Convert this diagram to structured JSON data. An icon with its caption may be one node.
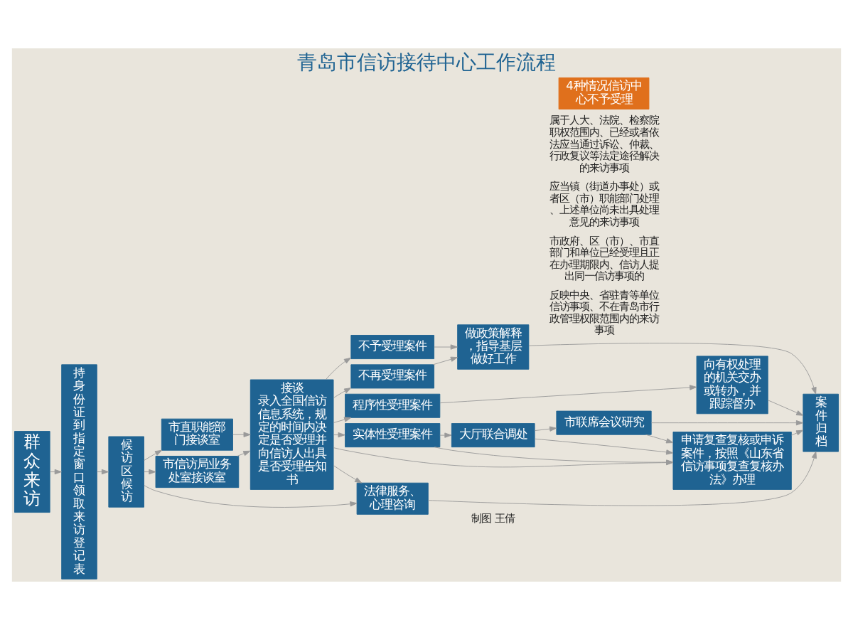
{
  "diagram": {
    "title": "青岛市信访接待中心工作流程",
    "nodes": [
      {
        "text": [
          "群众来访"
        ]
      },
      {
        "text": [
          "持身份证到指定窗口领取来访登记表"
        ]
      },
      {
        "text": [
          "候访区候访"
        ]
      },
      {
        "text": [
          "市直职能部门接谈室"
        ]
      },
      {
        "text": [
          "市信访局业务处室接谈室"
        ]
      },
      {
        "text": [
          "接谈",
          "录入全国信访信息系统，规定的时间内决定是否受理并向信访人出具是否受理告知书"
        ]
      },
      {
        "text": [
          "不予受理案件"
        ]
      },
      {
        "text": [
          "不再受理案件"
        ]
      },
      {
        "text": [
          "做政策解释，指导基层做好工作"
        ]
      },
      {
        "text": [
          "程序性受理案件"
        ]
      },
      {
        "text": [
          "向有权处理的机关交办或转办，并跟踪督办"
        ]
      },
      {
        "text": [
          "4种情况信访中心不予受理"
        ]
      },
      {
        "text": [
          "实体性受理案件"
        ]
      },
      {
        "text": [
          "大厅联合调处"
        ]
      },
      {
        "text": [
          "市联席会议研究"
        ]
      },
      {
        "text": [
          "申请复查复核或申诉案件，按照《山东省信访事项复查复核办法》办理"
        ]
      },
      {
        "text": [
          "法律服务、心理咨询"
        ]
      },
      {
        "text": [
          "案件归档"
        ]
      }
    ],
    "edges": [
      {
        "from": 0,
        "to": 1,
        "arrow": "to"
      },
      {
        "from": 1,
        "to": 2,
        "arrow": "to"
      },
      {
        "from": 2,
        "to": 3,
        "arrow": "to"
      },
      {
        "from": 2,
        "to": 4,
        "arrow": "to"
      },
      {
        "from": 2,
        "to": 16,
        "arrow": "to"
      },
      {
        "from": 3,
        "to": 5,
        "arrow": "to"
      },
      {
        "from": 4,
        "to": 5,
        "arrow": "to"
      },
      {
        "from": 5,
        "to": 16,
        "arrow": "to"
      },
      {
        "from": 5,
        "to": 6,
        "arrow": "to"
      },
      {
        "from": 5,
        "to": 7,
        "arrow": "to"
      },
      {
        "from": 5,
        "to": 9,
        "arrow": "to"
      },
      {
        "from": 5,
        "to": 12,
        "arrow": "to"
      },
      {
        "from": 5,
        "to": 15,
        "arrow": "to"
      },
      {
        "from": 6,
        "to": 8,
        "arrow": "to"
      },
      {
        "from": 7,
        "to": 8,
        "arrow": "to"
      },
      {
        "from": 9,
        "to": 10,
        "arrow": "to"
      },
      {
        "from": 8,
        "to": 17,
        "arrow": "to"
      },
      {
        "from": 10,
        "to": 17,
        "arrow": "to"
      },
      {
        "from": 12,
        "to": 13,
        "arrow": "to"
      },
      {
        "from": 13,
        "to": 14,
        "arrow": "to"
      },
      {
        "from": 14,
        "to": 17,
        "arrow": "to"
      },
      {
        "from": 12,
        "to": 15,
        "arrow": "to"
      },
      {
        "from": 13,
        "to": 15,
        "arrow": "to"
      },
      {
        "from": 14,
        "to": 15,
        "arrow": "to"
      },
      {
        "from": 15,
        "to": 17,
        "arrow": "to"
      },
      {
        "from": 16,
        "to": 17,
        "arrow": "to"
      }
    ],
    "labels": [
      "属于人大、法院、检察院职权范围内、已经或者依法应当通过诉讼、仲裁、行政复议等法定途径解决的来访事项",
      "应当镇（街道办事处）或者区（市）职能部门处理、上述单位尚未出具处理意见的来访事项",
      "市政府、区（市）、市直部门和单位已经受理且正在办理期限内、信访人提出同一信访事项的",
      "反映中央、省驻青等单位信访事项、不在青岛市行政管理权限范围内的来访事项",
      "制图 王倩"
    ]
  }
}
